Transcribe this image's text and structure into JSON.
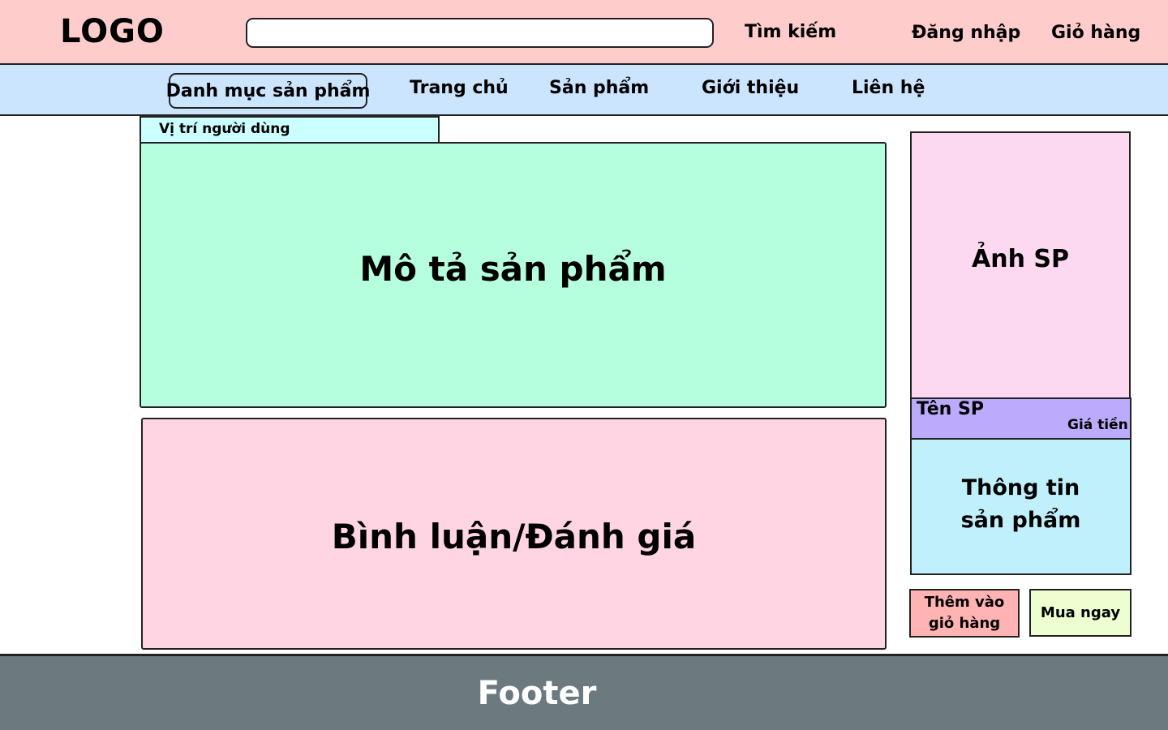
{
  "header": {
    "logo": "LOGO",
    "search": {
      "value": "",
      "placeholder": ""
    },
    "search_label": "Tìm kiếm",
    "login_label": "Đăng nhập",
    "cart_label": "Giỏ hàng"
  },
  "nav": {
    "categories_label": "Danh mục sản phẩm",
    "home_label": "Trang chủ",
    "products_label": "Sản phẩm",
    "about_label": "Giới thiệu",
    "contact_label": "Liên hệ"
  },
  "breadcrumb": {
    "label": "Vị trí người dùng"
  },
  "main": {
    "description_label": "Mô tả sản phẩm",
    "reviews_label": "Bình luận/Đánh giá"
  },
  "product": {
    "image_label": "Ảnh SP",
    "name_label": "Tên SP",
    "price_label": "Giá tiền",
    "info_line1": "Thông tin",
    "info_line2": "sản phẩm"
  },
  "actions": {
    "add_to_cart_line1": "Thêm vào",
    "add_to_cart_line2": "giỏ hàng",
    "buy_now_label": "Mua ngay"
  },
  "footer": {
    "label": "Footer"
  },
  "colors": {
    "header_bg": "#ffcccc",
    "nav_bg": "#cce5ff",
    "breadcrumb_bg": "#ccffff",
    "description_bg": "#b5ffde",
    "reviews_bg": "#ffd5e3",
    "product_image_bg": "#fcd9f1",
    "product_name_bg": "#bcaafc",
    "product_info_bg": "#bff0fc",
    "add_to_cart_bg": "#ffb3b3",
    "buy_now_bg": "#edffd0",
    "footer_bg": "#6c7a80"
  }
}
